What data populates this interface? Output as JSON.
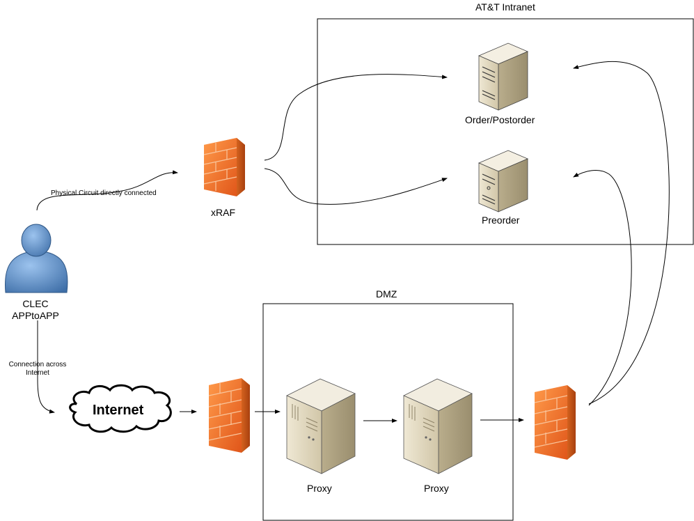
{
  "zones": {
    "intranet": {
      "label": "AT&T Intranet"
    },
    "dmz": {
      "label": "DMZ"
    }
  },
  "nodes": {
    "user": {
      "label_line1": "CLEC",
      "label_line2": "APPtoAPP",
      "icon": "person-icon"
    },
    "internet": {
      "label": "Internet",
      "icon": "cloud-icon"
    },
    "xraf": {
      "label": "xRAF",
      "icon": "firewall-icon"
    },
    "firewall_entry": {
      "icon": "firewall-icon"
    },
    "firewall_exit": {
      "icon": "firewall-icon"
    },
    "proxy1": {
      "label": "Proxy",
      "icon": "server-tower-icon"
    },
    "proxy2": {
      "label": "Proxy",
      "icon": "server-tower-icon"
    },
    "order": {
      "label": "Order/Postorder",
      "icon": "server-icon"
    },
    "preorder": {
      "label": "Preorder",
      "icon": "server-icon"
    }
  },
  "edges": {
    "physical_circuit": {
      "label": "Physical Circuit directly connected"
    },
    "connection_internet": {
      "label_line1": "Connection across",
      "label_line2": "Internet"
    }
  },
  "colors": {
    "firewall_orange": "#f07a2a",
    "person_blue": "#4f86c6",
    "server_beige": "#d9d0b8"
  }
}
